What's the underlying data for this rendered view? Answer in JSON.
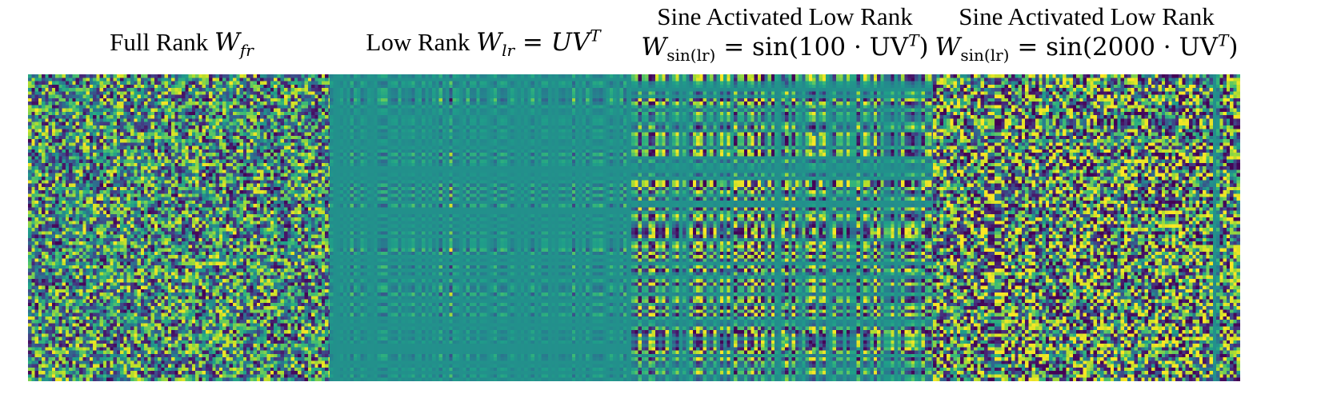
{
  "chart_data": [
    {
      "type": "heatmap",
      "title_text": "Full Rank",
      "title_math": "W",
      "title_sub": "fr",
      "grid_size": 90,
      "value_range": [
        -1,
        1
      ],
      "colormap": "viridis",
      "pattern": "random"
    },
    {
      "type": "heatmap",
      "title_text": "Low Rank",
      "title_math": "W",
      "title_sub": "lr",
      "title_rhs": "= UV",
      "title_sup": "T",
      "grid_size": 90,
      "value_range": [
        -1,
        1
      ],
      "colormap": "viridis",
      "pattern": "low-rank"
    },
    {
      "type": "heatmap",
      "title_line1": "Sine Activated Low Rank",
      "title_math": "W",
      "title_sub": "sin(lr)",
      "title_rhs_pre": "= sin(100 · UV",
      "title_sup": "T",
      "title_rhs_post": ")",
      "grid_size": 90,
      "value_range": [
        -1,
        1
      ],
      "colormap": "viridis",
      "pattern": "sine-low-rank",
      "frequency": 100
    },
    {
      "type": "heatmap",
      "title_line1": "Sine Activated Low Rank",
      "title_math": "W",
      "title_sub": "sin(lr)",
      "title_rhs_pre": "= sin(2000 · UV",
      "title_sup": "T",
      "title_rhs_post": ")",
      "grid_size": 90,
      "value_range": [
        -1,
        1
      ],
      "colormap": "viridis",
      "pattern": "sine-low-rank",
      "frequency": 2000
    }
  ]
}
